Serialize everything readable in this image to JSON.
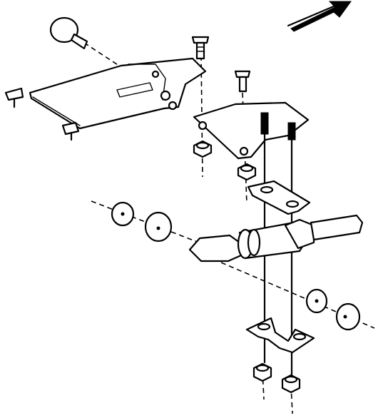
{
  "figure": {
    "kind": "exploded-assembly-line-drawing",
    "text_labels": [],
    "ink_color": "#000000",
    "background_color": "#ffffff",
    "parts": [
      {
        "name": "direction-arrow",
        "icon": "arrow-up-right-icon"
      },
      {
        "name": "shift-knob"
      },
      {
        "name": "shift-lever-plate"
      },
      {
        "name": "mounting-screw-top"
      },
      {
        "name": "bracket-plate"
      },
      {
        "name": "hex-nut"
      },
      {
        "name": "u-bracket-upper"
      },
      {
        "name": "u-bracket-lower"
      },
      {
        "name": "threaded-rod"
      },
      {
        "name": "shift-rod"
      },
      {
        "name": "washer"
      },
      {
        "name": "bushing"
      }
    ]
  }
}
